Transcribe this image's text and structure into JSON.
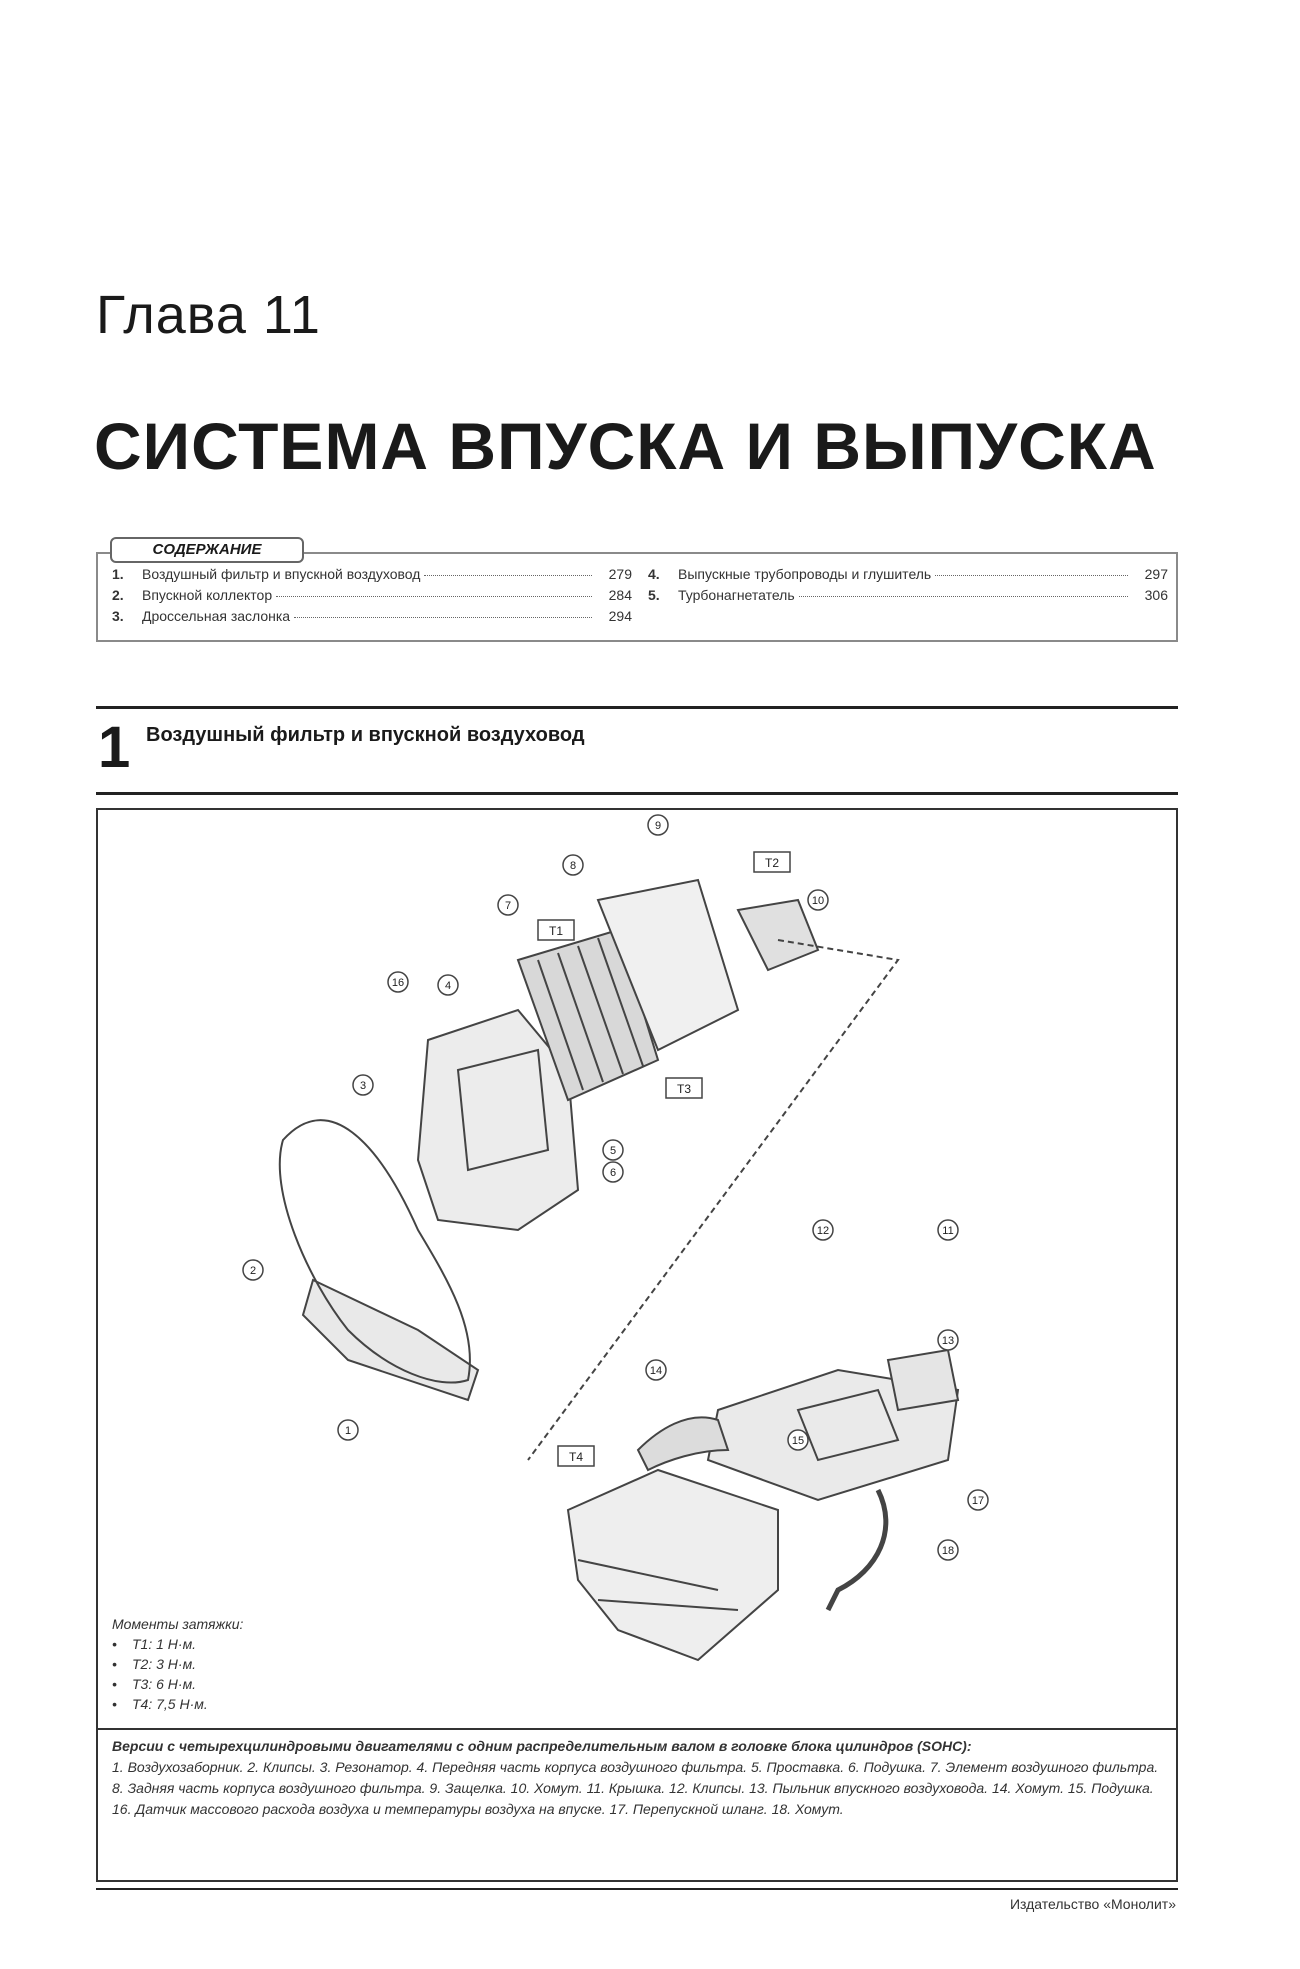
{
  "chapter": "Глава 11",
  "title": "СИСТЕМА ВПУСКА И ВЫПУСКА",
  "toc": {
    "label": "СОДЕРЖАНИЕ",
    "left": [
      {
        "num": "1.",
        "text": "Воздушный фильтр и впускной воздуховод",
        "page": "279"
      },
      {
        "num": "2.",
        "text": "Впускной коллектор",
        "page": "284"
      },
      {
        "num": "3.",
        "text": "Дроссельная заслонка",
        "page": "294"
      }
    ],
    "right": [
      {
        "num": "4.",
        "text": "Выпускные трубопроводы и глушитель",
        "page": "297"
      },
      {
        "num": "5.",
        "text": "Турбонагнетатель",
        "page": "306"
      }
    ]
  },
  "section": {
    "number": "1",
    "title": "Воздушный фильтр и впускной воздуховод"
  },
  "diagram_labels": {
    "callouts": [
      "1",
      "2",
      "3",
      "4",
      "5",
      "6",
      "7",
      "8",
      "9",
      "10",
      "11",
      "12",
      "13",
      "14",
      "15",
      "16",
      "17",
      "18"
    ],
    "torque_tags": [
      "T1",
      "T2",
      "T3",
      "T4"
    ]
  },
  "torque": {
    "heading": "Моменты затяжки:",
    "items": [
      "T1: 1 Н·м.",
      "T2: 3 Н·м.",
      "T3: 6 Н·м.",
      "T4: 7,5 Н·м."
    ]
  },
  "caption": {
    "heading": "Версии с четырехцилиндровыми двигателями с одним распределительным валом в головке блока цилиндров (SOHC):",
    "text": "1. Воздухозаборник. 2. Клипсы. 3. Резонатор. 4. Передняя часть корпуса воздушного фильтра. 5. Проставка. 6. Подушка. 7. Элемент воздушного фильтра. 8. Задняя часть корпуса воздушного фильтра. 9. Защелка. 10. Хомут. 11. Крышка. 12. Клипсы. 13. Пыльник впускного воздуховода. 14. Хомут. 15. Подушка. 16. Датчик массового расхода воздуха и температуры воздуха на впуске. 17. Перепускной шланг. 18. Хомут."
  },
  "publisher": "Издательство «Монолит»"
}
